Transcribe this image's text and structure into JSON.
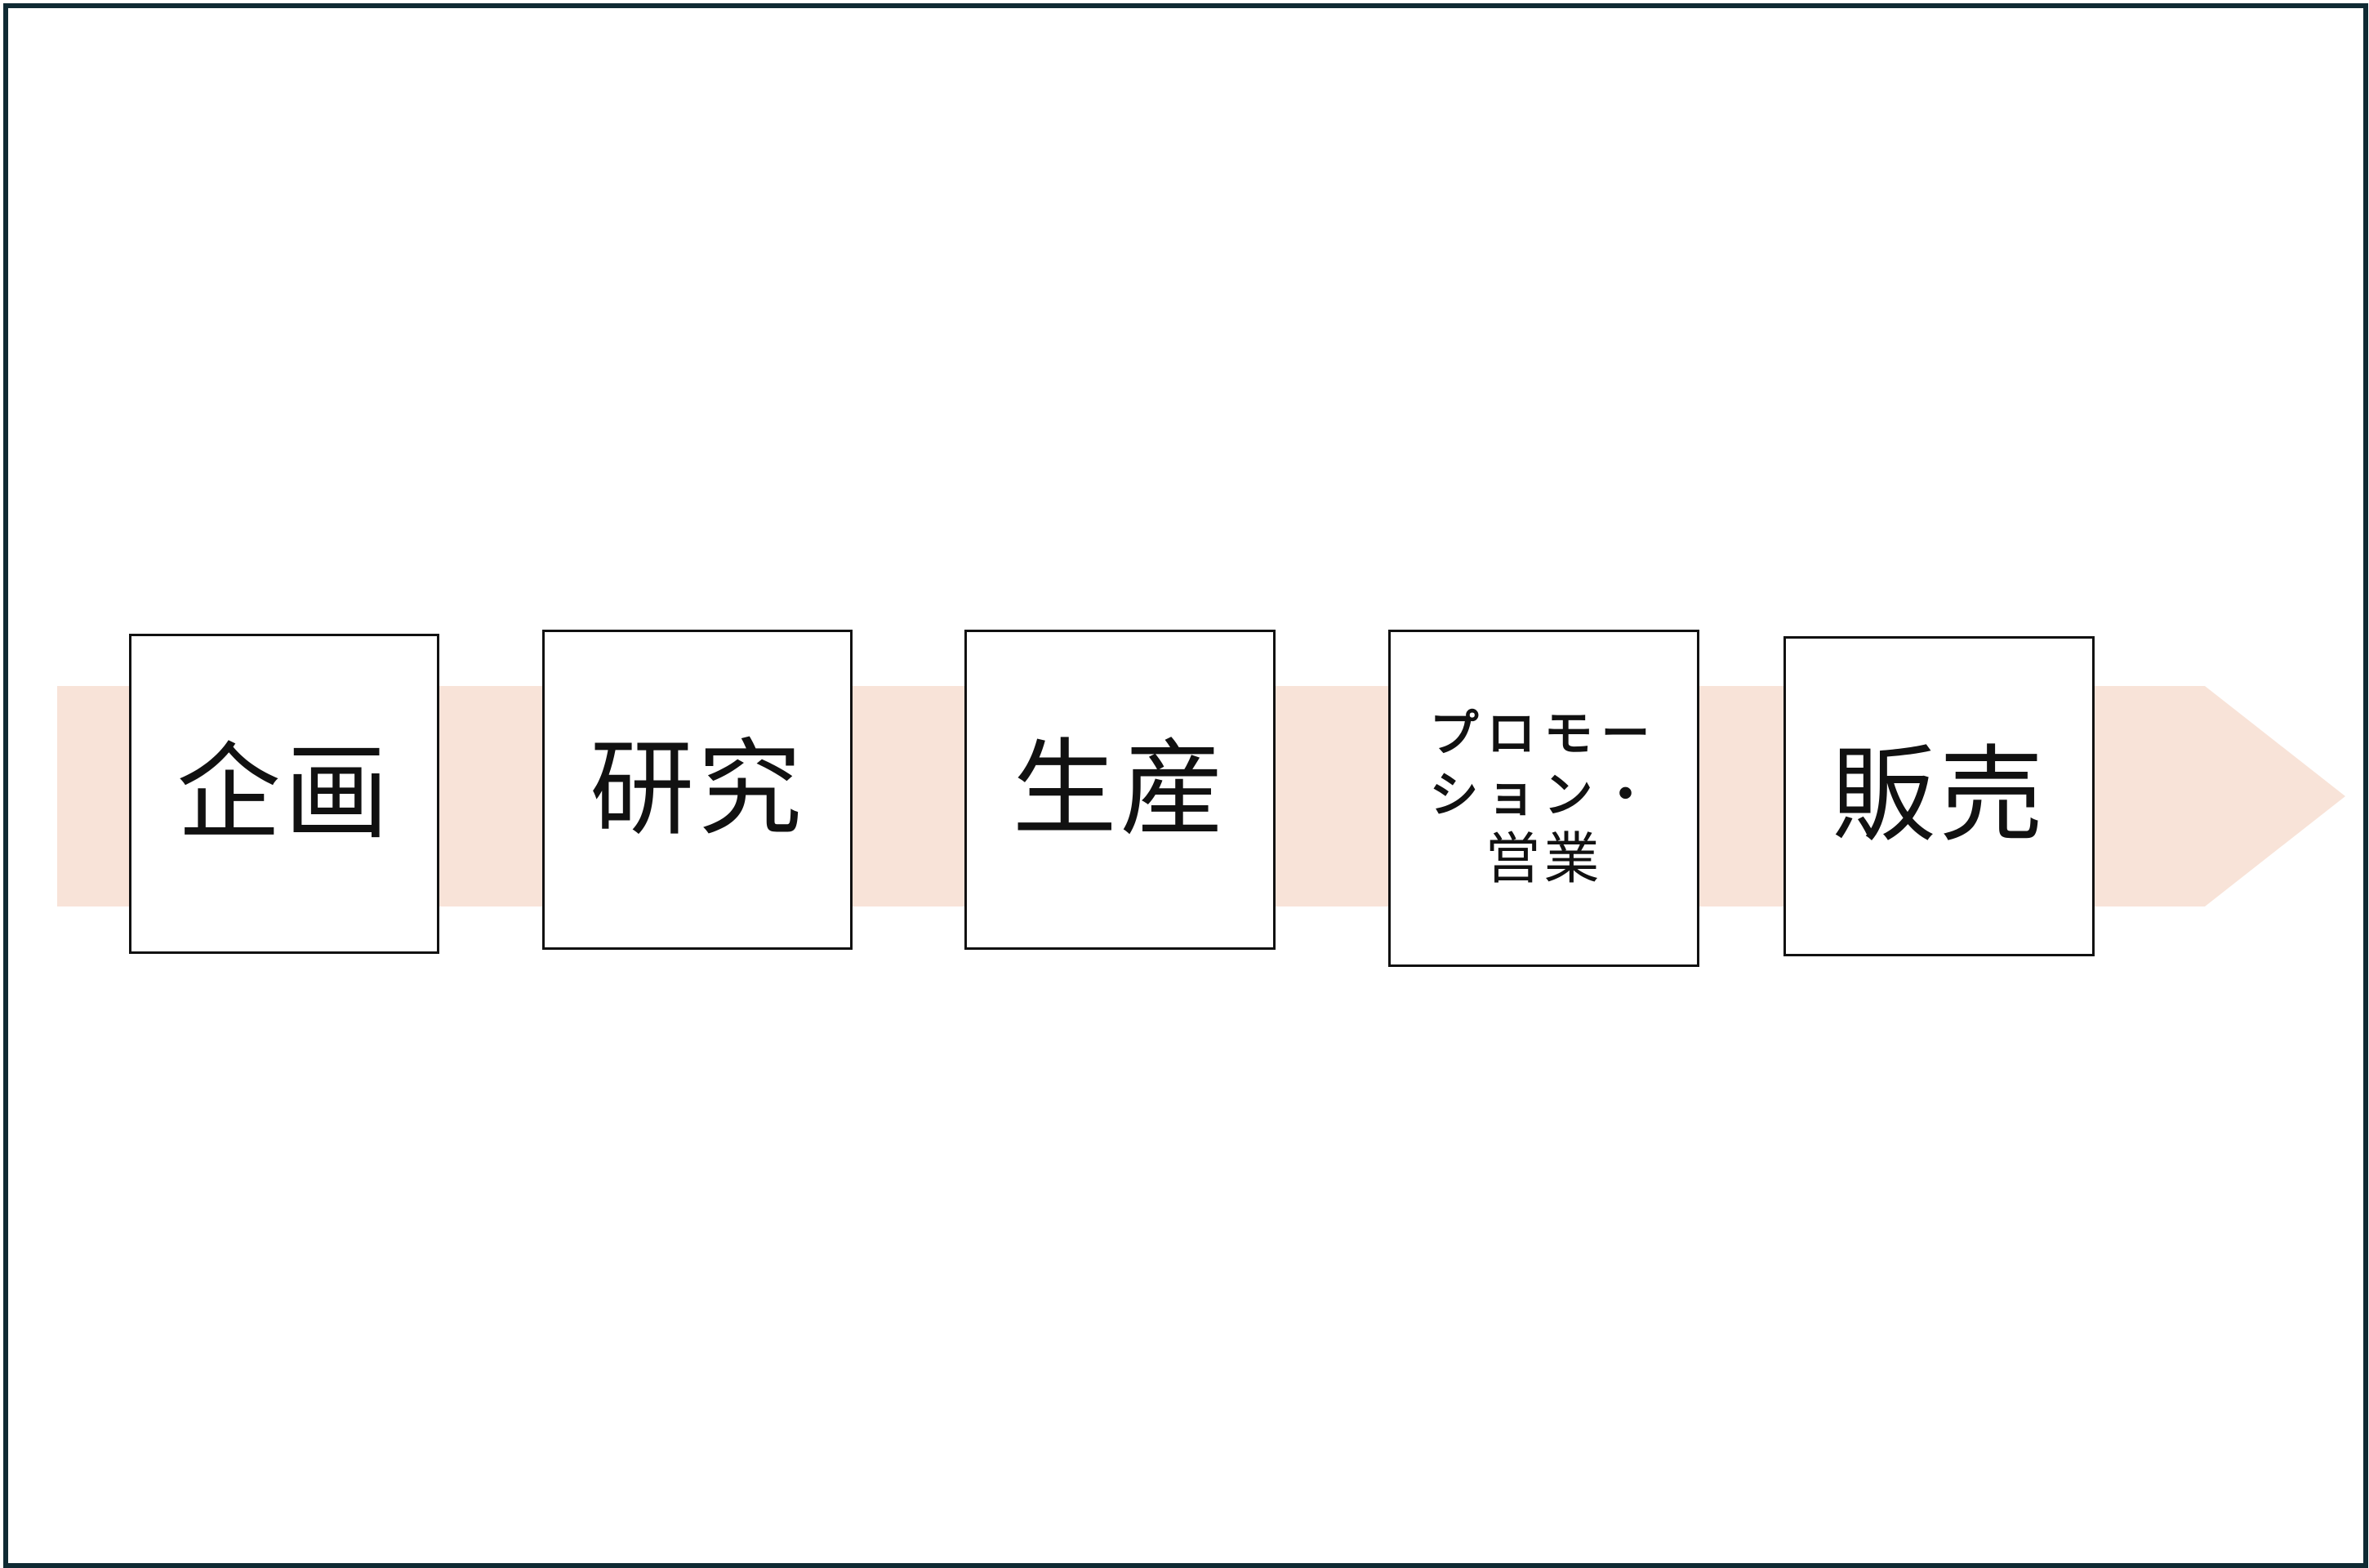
{
  "diagram": {
    "arrow_color": "#f8e3d8",
    "border_color": "#0f2a33",
    "steps": [
      {
        "label": "企画"
      },
      {
        "label": "研究"
      },
      {
        "label": "生産"
      },
      {
        "lines": [
          "プロモー",
          "ション・",
          "営業"
        ]
      },
      {
        "label": "販売"
      }
    ]
  }
}
